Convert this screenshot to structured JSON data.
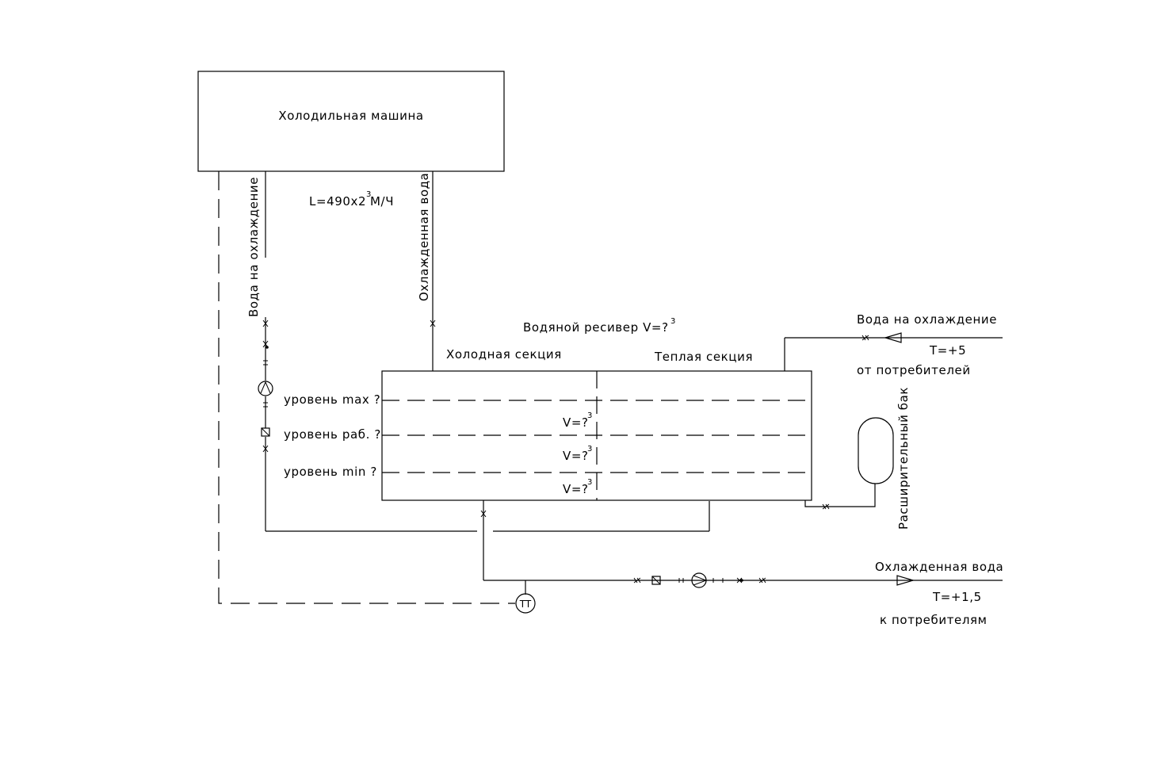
{
  "chiller": {
    "label": "Холодильная машина"
  },
  "flow": {
    "label": "L=490x2",
    "sup": "3",
    "unit": "M/Ч"
  },
  "pipes": {
    "supply_vertical": "Вода на охлаждение",
    "return_vertical": "Охлажденная вода"
  },
  "receiver": {
    "title": "Водяной ресивер V=?",
    "title_sup": "3",
    "cold_section": "Холодная секция",
    "warm_section": "Теплая секция"
  },
  "levels": [
    {
      "label": "уровень max  ?"
    },
    {
      "label": "уровень раб. ?"
    },
    {
      "label": "уровень min  ?"
    }
  ],
  "volumes": [
    {
      "label": "V=?",
      "sup": "3"
    },
    {
      "label": "V=?",
      "sup": "3"
    },
    {
      "label": "V=?",
      "sup": "3"
    }
  ],
  "inlet": {
    "title": "Вода на охлаждение",
    "temp": "T=+5",
    "note": "от потребителей"
  },
  "outlet": {
    "title": "Охлажденная вода",
    "temp": "T=+1,5",
    "note": "к потребителям"
  },
  "expansion_tank": {
    "label": "Расширительный бак"
  },
  "sensor": {
    "label": "TT"
  }
}
